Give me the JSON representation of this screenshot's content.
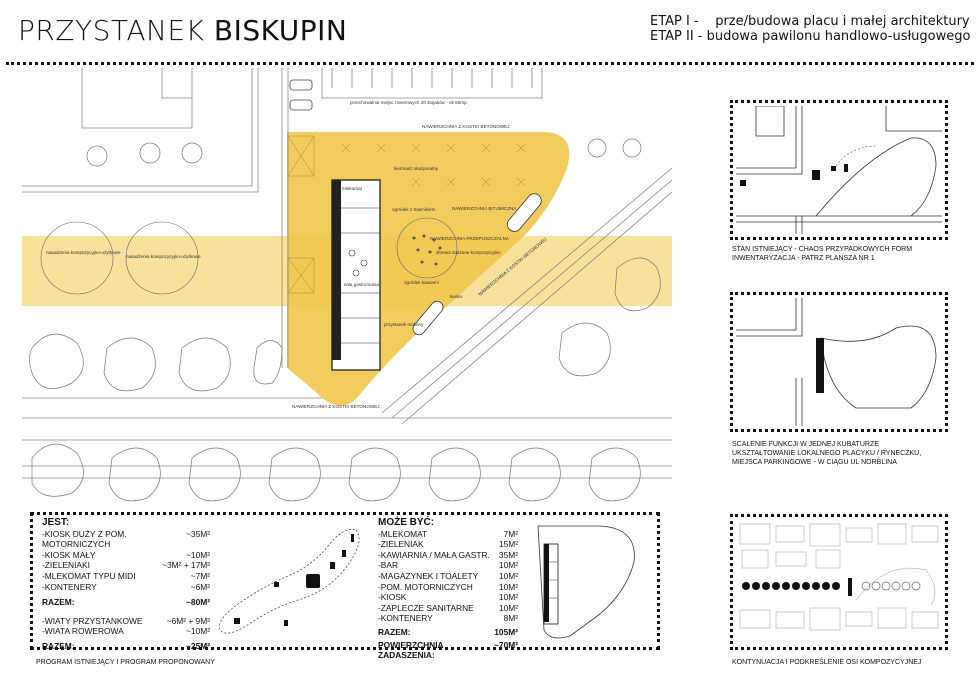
{
  "title": {
    "light": "PRZYSTANEK ",
    "bold": "BISKUPIN"
  },
  "stages": {
    "line1": "ETAP I -    prze/budowa placu i małej architektury",
    "line2": "ETAP II - budowa pawilonu handlowo-usługowego"
  },
  "plan_labels": {
    "bike": "przechowalnia miejsc rowerowych 20 stojaków - ok 60mp",
    "pavement_top": "NAWIERZCHNIA Z KOSTKI BETONOWEJ",
    "pavement_mid": "NAWIERZCHNIA BITUMICZNA",
    "pavement_bot": "NAWIERZCHNIA Z KOSTKI BETONOWEJ",
    "pavement_diag": "NAWIERZCHNIA Z KOSTKI BETONOWEJ",
    "plantings_1": "nasadzenia kompozycyjno-użytkowe",
    "plantings_2": "nasadzenia kompozycyjno-użytkowe",
    "kiosk": "kiermasz okazjonalny",
    "mlekomat": "mlekomat",
    "drzewa": "ogródek kawiarni",
    "przepuszczalna": "NAWIERZCHNIA PRZEPUSZCZALNA",
    "drzewa_sadzone": "drzewa sadzone kompozycyjnie",
    "sala": "sala gastronomia",
    "przystanek": "przystanek mobilny",
    "lawka": "ławka",
    "ogrodek": "ogródek z trawnikiem"
  },
  "right_panels": [
    {
      "caption_1": "STAN ISTNIEJĄCY - CHAOS PRZYPADKOWYCH FORM",
      "caption_2": "INWENTARYZACJA - PATRZ PLANSZA NR 1"
    },
    {
      "caption_1": "SCALENIE FUNKCJI W JEDNEJ KUBATURZE",
      "caption_2": "UKSZTAŁTOWANIE LOKALNEGO PLACYKU / RYNECZKU,",
      "caption_3": "MIEJSCA PARKINGOWE - W CIĄGU UL NORBLINA"
    },
    {
      "caption_1": "KONTYNUACJA I PODKREŚLENIE OSI KOMPOZYCYJNEJ"
    }
  ],
  "program": {
    "caption": "PROGRAM ISTNIEJĄCY I PROGRAM PROPONOWANY",
    "jest_header": "JEST:",
    "jest_rows": [
      {
        "label": "-KIOSK DUŻY Z POM. MOTORNICZYCH",
        "value": "~35M²"
      },
      {
        "label": "-KIOSK MAŁY",
        "value": "~10M²"
      },
      {
        "label": "-ZIELENIAKI",
        "value": "~3M² + 17M²"
      },
      {
        "label": "-MLEKOMAT TYPU MIDI",
        "value": "~7M²"
      },
      {
        "label": "-KONTENERY",
        "value": "~6M²"
      }
    ],
    "jest_total": {
      "label": "RAZEM:",
      "value": "~80M²"
    },
    "jest_rows_2": [
      {
        "label": "-WIATY PRZYSTANKOWE",
        "value": "~6M² + 9M²"
      },
      {
        "label": "-WIATA ROWEROWA",
        "value": "~10M²"
      }
    ],
    "jest_total_2": {
      "label": "RAZEM:",
      "value": "~25M²"
    },
    "moze_header": "MOŻE BYĆ:",
    "moze_rows": [
      {
        "label": "-MLEKOMAT",
        "value": "7M²"
      },
      {
        "label": "-ZIELENIAK",
        "value": "15M²"
      },
      {
        "label": "-KAWIARNIA / MAŁA GASTR.",
        "value": "35M²"
      },
      {
        "label": "-BAR",
        "value": "10M²"
      },
      {
        "label": "-MAGAZYNEK I TOALETY",
        "value": "10M²"
      },
      {
        "label": "-POM. MOTORNICZYCH",
        "value": "10M²"
      },
      {
        "label": "-KIOSK",
        "value": "10M²"
      },
      {
        "label": "-ZAPLECZE SANITARNE",
        "value": "10M²"
      },
      {
        "label": "-KONTENERY",
        "value": "8M²"
      }
    ],
    "moze_total": {
      "label": "RAZEM:",
      "value": "105M²"
    },
    "roof": {
      "label": "POWIERZCHNIA ZADASZENIA:",
      "value": "~70M²"
    }
  },
  "colors": {
    "accent_yellow": "#f1c84b",
    "band_yellow": "#f7dc8a",
    "line": "#222222"
  }
}
